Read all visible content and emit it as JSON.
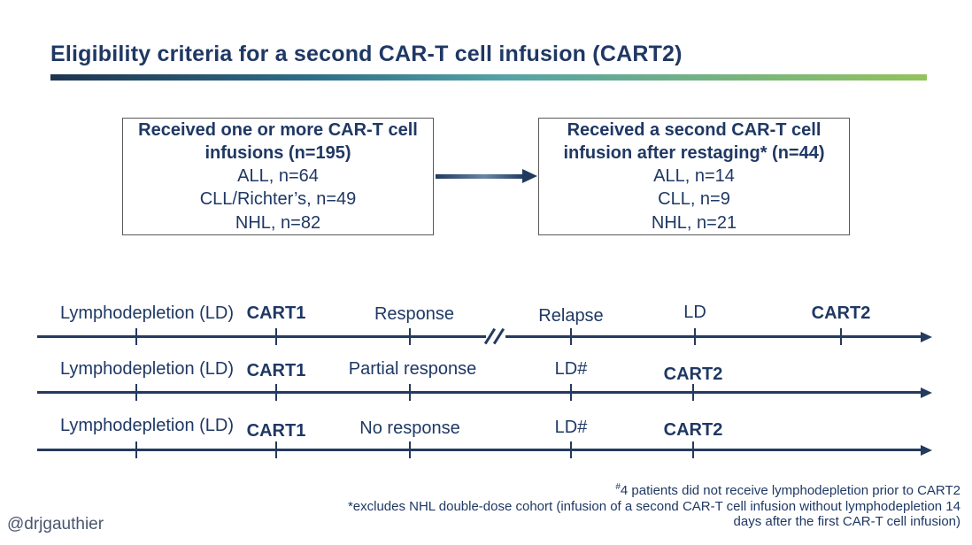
{
  "title": "Eligibility criteria for a second CAR-T cell infusion (CART2)",
  "watermark": "@drjgauthier",
  "colors": {
    "text_navy": "#1f3864",
    "line_navy": "#243a5e",
    "gradient_start": "#1e3450",
    "gradient_mid": "#55a3a6",
    "gradient_end": "#93c35c",
    "box_border": "#595959",
    "watermark_gray": "#4a576d"
  },
  "flow_diagram": {
    "left_box": {
      "heading": "Received one or more CAR-T cell infusions (n=195)",
      "lines": [
        "ALL, n=64",
        "CLL/Richter’s, n=49",
        "NHL, n=82"
      ]
    },
    "right_box": {
      "heading": "Received a second CAR-T cell infusion after restaging* (n=44)",
      "lines": [
        "ALL, n=14",
        "CLL, n=9",
        "NHL, n=21"
      ]
    }
  },
  "timelines": {
    "rows": [
      {
        "labels": [
          "Lymphodepletion (LD)",
          "CART1",
          "Response",
          "Relapse",
          "LD",
          "CART2"
        ],
        "has_break": true
      },
      {
        "labels": [
          "Lymphodepletion (LD)",
          "CART1",
          "Partial response",
          "LD#",
          "CART2"
        ],
        "has_break": false
      },
      {
        "labels": [
          "Lymphodepletion (LD)",
          "CART1",
          "No response",
          "LD#",
          "CART2"
        ],
        "has_break": false
      }
    ]
  },
  "footnotes": {
    "note1_marker": "#",
    "note1_text": "4 patients did not receive lymphodepletion prior to CART2",
    "note2_line1": "*excludes NHL double-dose cohort (infusion of a second CAR-T cell infusion without lymphodepletion 14",
    "note2_line2": "days after the first CAR-T cell infusion)"
  }
}
